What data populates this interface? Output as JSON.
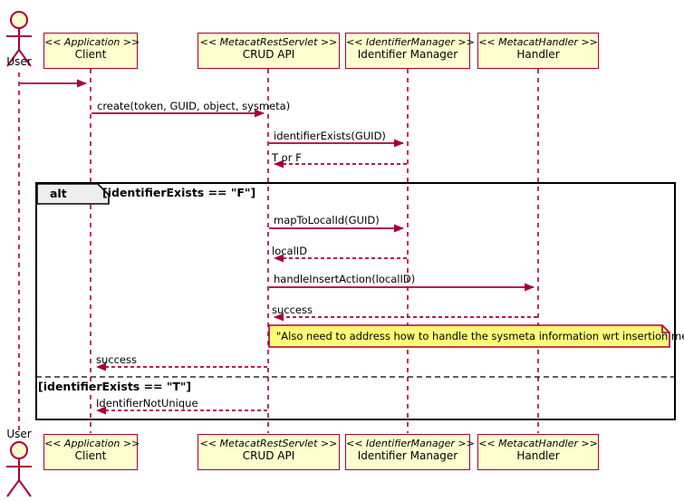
{
  "diagram": {
    "type": "uml-sequence-diagram",
    "colors": {
      "participant_fill": "#FEFECE",
      "participant_border": "#A80036",
      "lifeline": "#A80036",
      "arrow": "#A80036",
      "note_fill": "#FBFB77",
      "note_border": "#A80036",
      "frame_border": "#000000",
      "frame_tab_fill": "#EEEEEE",
      "text": "#000000"
    },
    "actor": {
      "name": "actor-user",
      "label": "User"
    },
    "participants": [
      {
        "id": "client",
        "stereotype": "<< Application >>",
        "name": "Client"
      },
      {
        "id": "crud",
        "stereotype": "<< MetacatRestServlet >>",
        "name": "CRUD API"
      },
      {
        "id": "idmgr",
        "stereotype": "<< IdentifierManager >>",
        "name": "Identifier Manager"
      },
      {
        "id": "handler",
        "stereotype": "<< MetacatHandler >>",
        "name": "Handler"
      }
    ],
    "messages": [
      {
        "id": "m0",
        "label": "",
        "from": "user",
        "to": "client",
        "style": "solid"
      },
      {
        "id": "m1",
        "label": "create(token, GUID, object, sysmeta)",
        "from": "client",
        "to": "crud",
        "style": "solid"
      },
      {
        "id": "m2",
        "label": "identifierExists(GUID)",
        "from": "crud",
        "to": "idmgr",
        "style": "solid"
      },
      {
        "id": "m3",
        "label": "T or F",
        "from": "idmgr",
        "to": "crud",
        "style": "dashed"
      },
      {
        "id": "m4",
        "label": "mapToLocalId(GUID)",
        "from": "crud",
        "to": "idmgr",
        "style": "solid"
      },
      {
        "id": "m5",
        "label": "localID",
        "from": "idmgr",
        "to": "crud",
        "style": "dashed"
      },
      {
        "id": "m6",
        "label": "handleInsertAction(localID)",
        "from": "crud",
        "to": "handler",
        "style": "solid"
      },
      {
        "id": "m7",
        "label": "success",
        "from": "handler",
        "to": "crud",
        "style": "dashed"
      },
      {
        "id": "m8",
        "label": "success",
        "from": "crud",
        "to": "client",
        "style": "dashed"
      },
      {
        "id": "m9",
        "label": "IdentifierNotUnique",
        "from": "crud",
        "to": "client",
        "style": "dashed"
      }
    ],
    "fragment": {
      "operator": "alt",
      "guards": [
        "[identifierExists == \"F\"]",
        "[identifierExists == \"T\"]"
      ]
    },
    "note": {
      "text": "\"Also need to address how to handle the sysmeta information wrt insertion methods\""
    }
  }
}
